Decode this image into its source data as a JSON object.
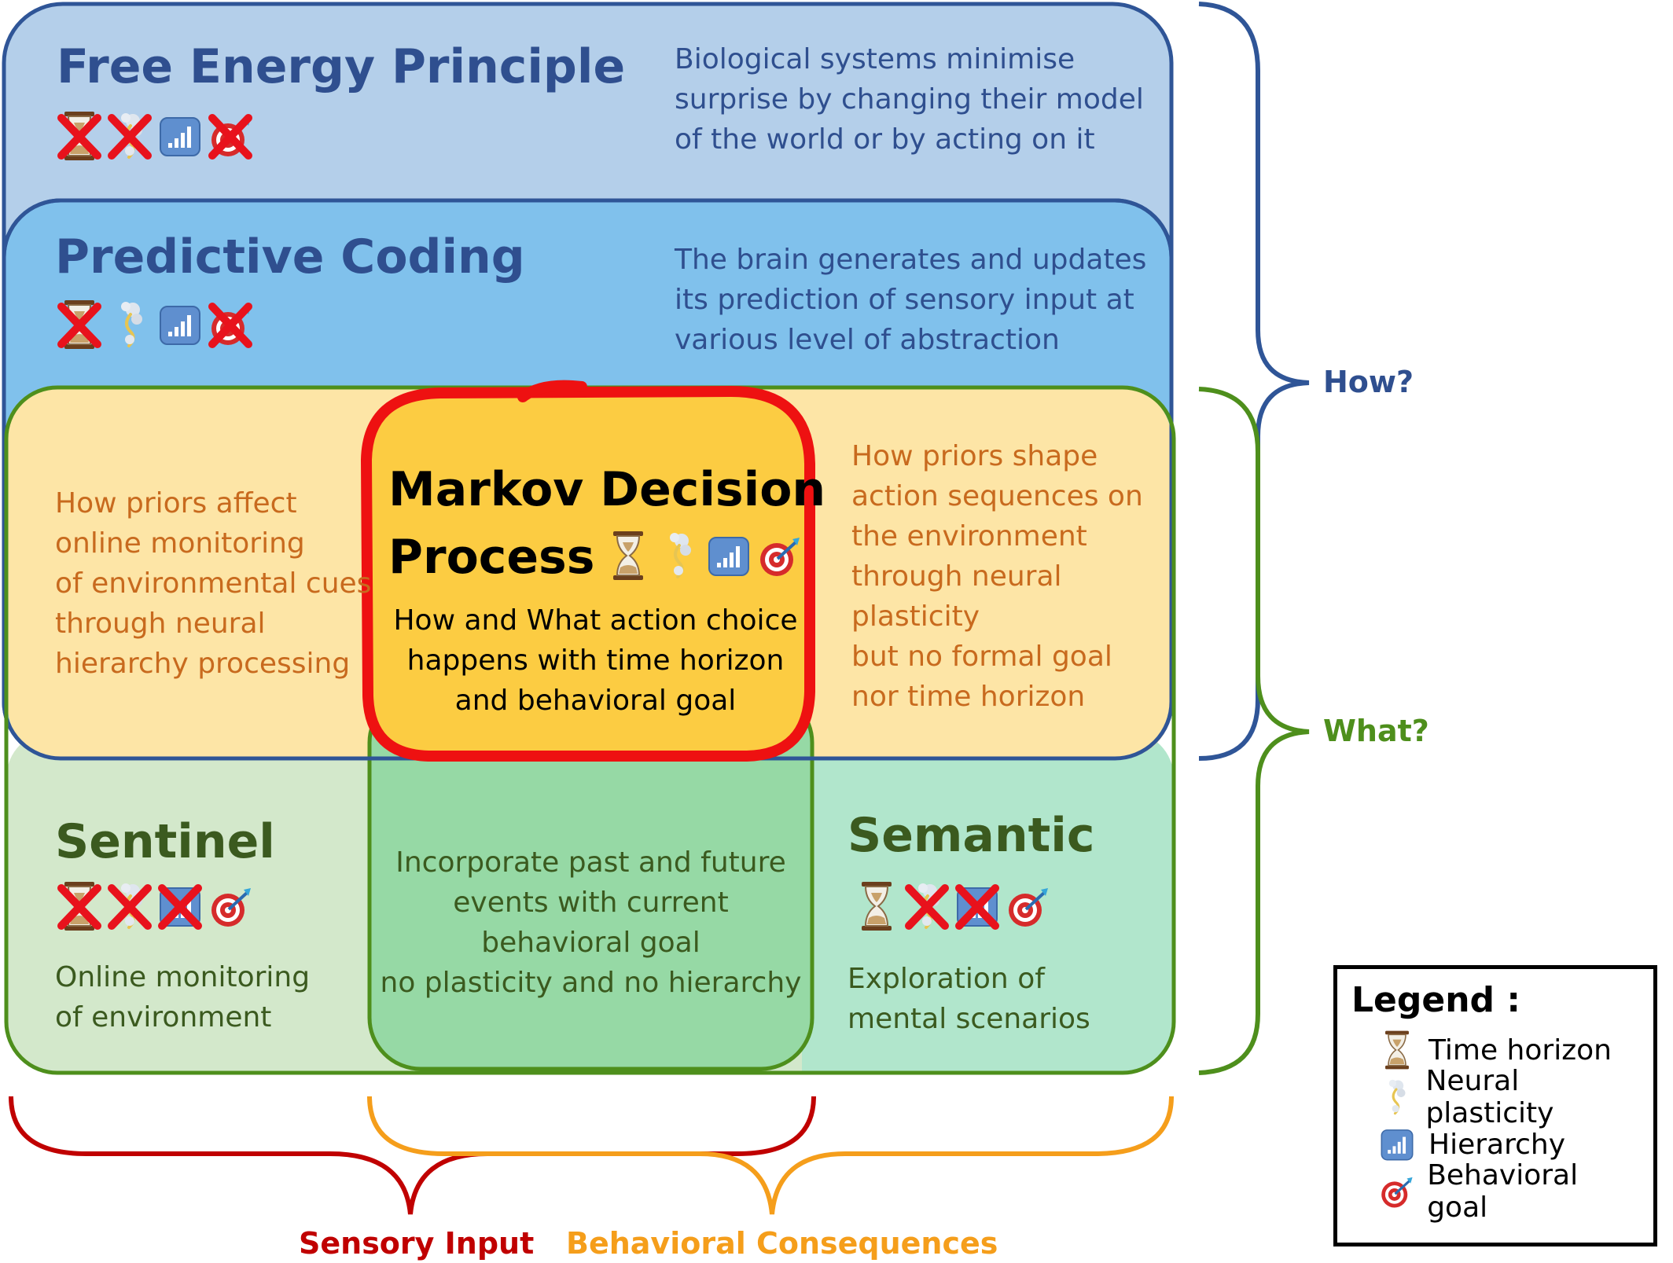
{
  "regions": {
    "fep": {
      "title": "Free Energy Principle",
      "description": "Biological systems minimise\nsurprise by changing their model\nof the world or by acting on it"
    },
    "pc": {
      "title": "Predictive Coding",
      "description": "The brain generates and updates\nits prediction of sensory input at\nvarious level of abstraction"
    },
    "mdp": {
      "title_line1": "Markov Decision",
      "title_line2": "Process",
      "description": "How and What action choice\nhappens with time horizon\nand behavioral goal"
    },
    "left_overlap": {
      "description": "How priors affect\nonline monitoring\nof environmental cues\nthrough neural\nhierarchy processing"
    },
    "right_overlap": {
      "description": "How priors shape\naction sequences on\nthe environment\nthrough neural\nplasticity\nbut no formal goal\nnor time horizon"
    },
    "sentinel": {
      "title": "Sentinel",
      "description": "Online monitoring\nof environment"
    },
    "center_green": {
      "description": "Incorporate past and future\nevents with current\nbehavioral goal\nno plasticity and no hierarchy"
    },
    "semantic": {
      "title": "Semantic",
      "description": "Exploration of\nmental scenarios"
    }
  },
  "braces": {
    "how": "How?",
    "what": "What?",
    "sensory": "Sensory Input",
    "behavioral": "Behavioral Consequences"
  },
  "legend": {
    "title": "Legend :",
    "items": [
      {
        "icon": "hourglass-icon",
        "label": "Time horizon"
      },
      {
        "icon": "neural-plasticity-icon",
        "label": "Neural plasticity"
      },
      {
        "icon": "hierarchy-icon",
        "label": "Hierarchy"
      },
      {
        "icon": "target-icon",
        "label": "Behavioral goal"
      }
    ]
  },
  "colors": {
    "fep_fill": "#b4cfea",
    "pc_fill": "#80c1ec",
    "overlap_fill": "#fde5a6",
    "mdp_fill": "#fccc42",
    "sentinel_fill": "#d3e8cb",
    "semantic_fill": "#b1e6cc",
    "center_green_fill": "#96d9a5",
    "blue_stroke": "#2f5597",
    "green_stroke": "#4e8f1c",
    "highlight_red": "#ee1111",
    "sensory_red": "#c00000",
    "behavioral_orange": "#f59e1b"
  }
}
